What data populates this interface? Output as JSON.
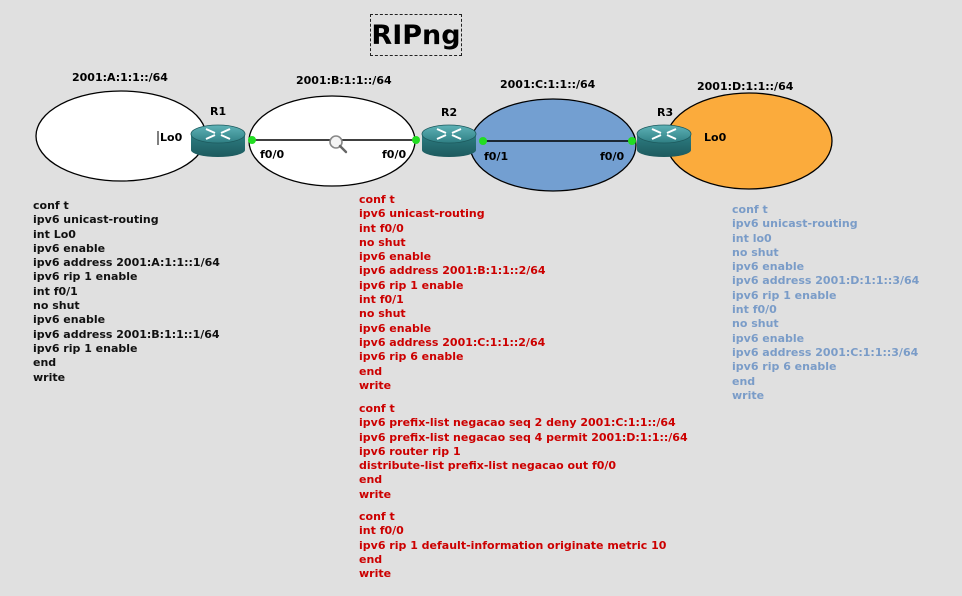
{
  "title": "RIPng",
  "networks": {
    "a": "2001:A:1:1::/64",
    "b": "2001:B:1:1::/64",
    "c": "2001:C:1:1::/64",
    "d": "2001:D:1:1::/64"
  },
  "routers": {
    "r1": "R1",
    "r2": "R2",
    "r3": "R3"
  },
  "interfaces": {
    "r1_lo0": "Lo0",
    "r1_f00": "f0/0",
    "r2_f00": "f0/0",
    "r2_f01": "f0/1",
    "r3_f00": "f0/0",
    "r3_lo0": "Lo0"
  },
  "colors": {
    "background": "#e0e0e0",
    "net_a": "#ffffff",
    "net_b": "#ffffff",
    "net_c": "#739fd1",
    "net_d": "#fbab3c",
    "router": "#3a8a8f",
    "link_dot": "#22dd22",
    "r1_config_text": "#111111",
    "r2_config_text": "#cc0000",
    "r3_config_text": "#7a9cc8"
  },
  "icons": [
    "router-icon",
    "magnifier-icon"
  ],
  "config_r1": [
    "conf t",
    "ipv6 unicast-routing",
    "int Lo0",
    "ipv6 enable",
    "ipv6 address 2001:A:1:1::1/64",
    "ipv6 rip 1 enable",
    "int f0/1",
    "no shut",
    "ipv6 enable",
    "ipv6 address 2001:B:1:1::1/64",
    "ipv6 rip 1 enable",
    "end",
    "write"
  ],
  "config_r2_block1": [
    "conf t",
    "ipv6 unicast-routing",
    "int f0/0",
    "no shut",
    "ipv6 enable",
    "ipv6 address 2001:B:1:1::2/64",
    "ipv6 rip 1 enable",
    "int f0/1",
    "no shut",
    "ipv6 enable",
    "ipv6 address 2001:C:1:1::2/64",
    "ipv6 rip 6 enable",
    "end",
    "write"
  ],
  "config_r2_block2": [
    "conf t",
    "ipv6 prefix-list negacao seq 2 deny 2001:C:1:1::/64",
    "ipv6 prefix-list negacao seq 4 permit 2001:D:1:1::/64",
    "ipv6 router rip 1",
    "distribute-list prefix-list negacao out f0/0",
    "end",
    "write"
  ],
  "config_r2_block3": [
    "conf t",
    "int f0/0",
    "ipv6 rip 1 default-information originate metric 10",
    "end",
    "write"
  ],
  "config_r3": [
    "conf t",
    "ipv6 unicast-routing",
    "int lo0",
    "no shut",
    "ipv6 enable",
    "ipv6 address 2001:D:1:1::3/64",
    "ipv6 rip 1 enable",
    "int f0/0",
    "no shut",
    "ipv6 enable",
    "ipv6 address 2001:C:1:1::3/64",
    "ipv6 rip 6 enable",
    "end",
    "write"
  ]
}
